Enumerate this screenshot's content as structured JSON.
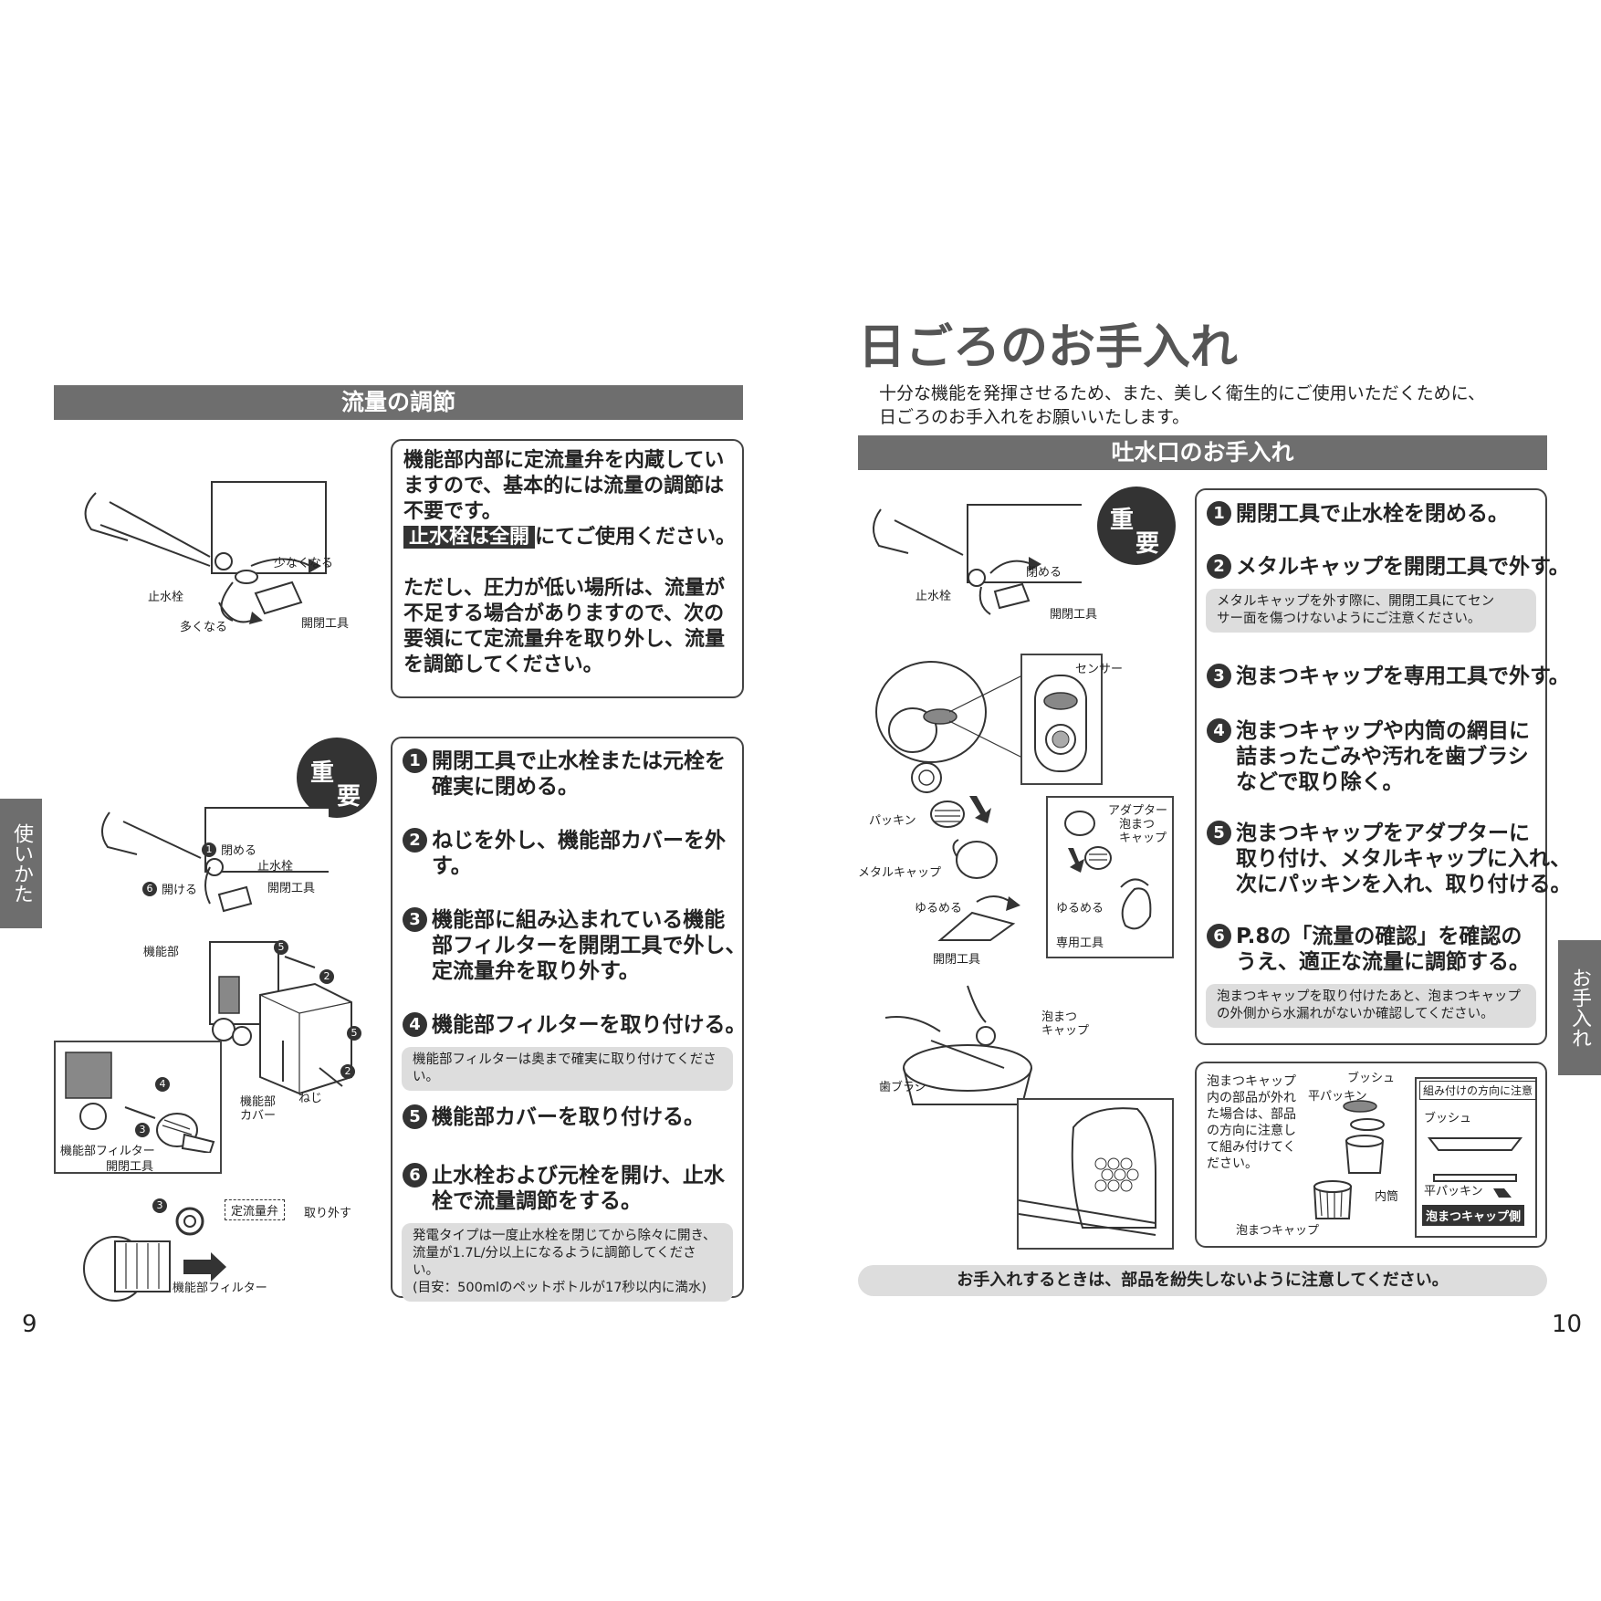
{
  "left": {
    "page_number": "9",
    "side_tab": "使いかた",
    "section_title": "流量の調節",
    "intro": {
      "lines": [
        "機能部内部に定流量弁を内蔵してい",
        "ますので、基本的には流量の調節は",
        "不要です。"
      ],
      "highlight": "止水栓は全開",
      "highlight_after": "にてご使用ください。",
      "lines2": [
        "ただし、圧力が低い場所は、流量が",
        "不足する場合がありますので、次の",
        "要領にて定流量弁を取り外し、流量",
        "を調節してください。"
      ]
    },
    "important_badge": [
      "重",
      "要"
    ],
    "steps": [
      {
        "num": "1",
        "lines": [
          "開閉工具で止水栓または元栓を",
          "確実に閉める。"
        ]
      },
      {
        "num": "2",
        "lines": [
          "ねじを外し、機能部カバーを外",
          "す。"
        ]
      },
      {
        "num": "3",
        "lines": [
          "機能部に組み込まれている機能",
          "部フィルターを開閉工具で外し、",
          "定流量弁を取り外す。"
        ]
      },
      {
        "num": "4",
        "lines": [
          "機能部フィルターを取り付ける。"
        ]
      },
      {
        "num": "5",
        "lines": [
          "機能部カバーを取り付ける。"
        ]
      },
      {
        "num": "6",
        "lines": [
          "止水栓および元栓を開け、止水",
          "栓で流量調節をする。"
        ]
      }
    ],
    "note_filter": "機能部フィルターは奥まで確実に取り付けてください。",
    "note_flow": [
      "発電タイプは一度止水栓を閉じてから除々に開き、",
      "流量が1.7L/分以上になるように調節してください。",
      "(目安：500mlのペットボトルが17秒以内に満水)"
    ],
    "labels": {
      "less": "少なくなる",
      "stop_valve": "止水栓",
      "more": "多くなる",
      "tool": "開閉工具",
      "close": "閉める",
      "stop_valve2": "止水栓",
      "open": "開ける",
      "tool2": "開閉工具",
      "function_unit": "機能部",
      "screw": "ねじ",
      "unit_cover": [
        "機能部",
        "カバー"
      ],
      "filter": "機能部フィルター",
      "tool3": "開閉工具",
      "const_valve": "定流量弁",
      "remove": "取り外す",
      "filter2": "機能部フィルター",
      "n1": "1",
      "n6": "6",
      "n5a": "5",
      "n2a": "2",
      "n4": "4",
      "n3": "3",
      "n5b": "5",
      "n2b": "2",
      "n3b": "3"
    }
  },
  "right": {
    "page_number": "10",
    "side_tab": "お手入れ",
    "title": "日ごろのお手入れ",
    "intro": [
      "十分な機能を発揮させるため、また、美しく衛生的にご使用いただくために、",
      "日ごろのお手入れをお願いいたします。"
    ],
    "section_title": "吐水口のお手入れ",
    "important_badge": [
      "重",
      "要"
    ],
    "steps": [
      {
        "num": "1",
        "lines": [
          "開閉工具で止水栓を閉める。"
        ]
      },
      {
        "num": "2",
        "lines": [
          "メタルキャップを開閉工具で外す。"
        ]
      },
      {
        "num": "3",
        "lines": [
          "泡まつキャップを専用工具で外す。"
        ]
      },
      {
        "num": "4",
        "lines": [
          "泡まつキャップや内筒の網目に",
          "詰まったごみや汚れを歯ブラシ",
          "などで取り除く。"
        ]
      },
      {
        "num": "5",
        "lines": [
          "泡まつキャップをアダプターに",
          "取り付け、メタルキャップに入れ、",
          "次にパッキンを入れ、取り付ける。"
        ]
      },
      {
        "num": "6",
        "lines": [
          "P.8の「流量の確認」を確認の",
          "うえ、適正な流量に調節する。"
        ]
      }
    ],
    "note_sensor": [
      "メタルキャップを外す際に、開閉工具にてセン",
      "サー面を傷つけないようにご注意ください。"
    ],
    "note_leak": [
      "泡まつキャップを取り付けたあと、泡まつキャップ",
      "の外側から水漏れがないか確認してください。"
    ],
    "assembly_text": [
      "泡まつキャップ",
      "内の部品が外れ",
      "た場合は、部品",
      "の方向に注意し",
      "て組み付けてく",
      "ださい。"
    ],
    "assembly_labels": {
      "bush": "ブッシュ",
      "flat_packing": "平パッキン",
      "direction_note": "組み付けの方向に注意",
      "bush2": "ブッシュ",
      "flat_packing2": "平パッキン",
      "inner": "内筒",
      "foam_cap": "泡まつキャップ",
      "foam_cap_side": "泡まつキャップ側"
    },
    "labels": {
      "close": "閉める",
      "stop_valve": "止水栓",
      "tool": "開閉工具",
      "sensor": "センサー",
      "adapter": "アダプター",
      "foam_cap": [
        "泡まつ",
        "キャップ"
      ],
      "packing": "パッキン",
      "metal_cap": "メタルキャップ",
      "loosen": "ゆるめる",
      "loosen2": "ゆるめる",
      "tool2": "開閉工具",
      "special_tool": "専用工具",
      "foam_cap2": [
        "泡まつ",
        "キャップ"
      ],
      "toothbrush": "歯ブラシ"
    },
    "footer_note": "お手入れするときは、部品を紛失しないように注意してください。"
  }
}
